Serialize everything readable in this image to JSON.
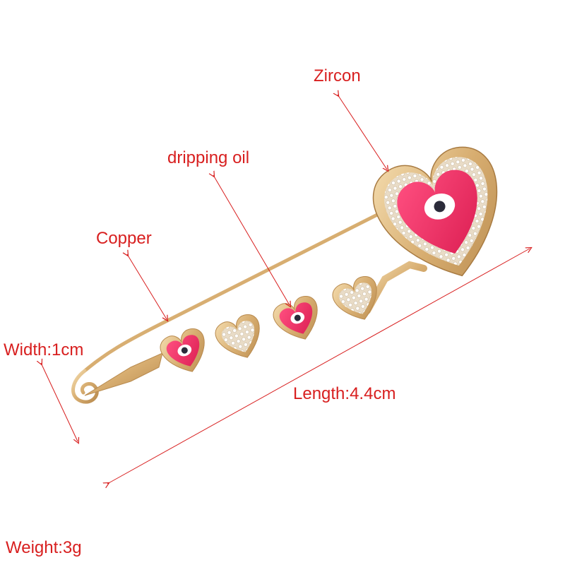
{
  "annotations": {
    "zircon": "Zircon",
    "dripping_oil": "dripping oil",
    "copper": "Copper",
    "width": "Width:1cm",
    "length": "Length:4.4cm",
    "weight": "Weight:3g"
  },
  "colors": {
    "label_red": "#d81f1f",
    "gold": "#d9b47a",
    "enamel_pink": "#ee2b5f",
    "eye_blue": "#2b2b3a"
  },
  "icons": {
    "arrow": "arrow-icon",
    "brooch": "safety-pin-brooch-image"
  }
}
